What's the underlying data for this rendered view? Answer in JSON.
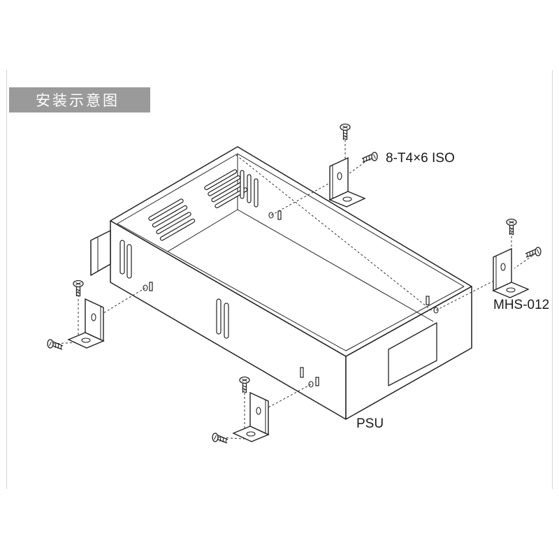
{
  "header": {
    "title": "安装示意图"
  },
  "labels": {
    "screw_spec": "8-T4×6 ISO",
    "bracket_model": "MHS-012",
    "unit": "PSU"
  },
  "colors": {
    "title_bar": "#9a9a9a",
    "line": "#222222",
    "background": "#ffffff"
  },
  "icons": [
    "screw-icon",
    "mounting-bracket-icon"
  ]
}
